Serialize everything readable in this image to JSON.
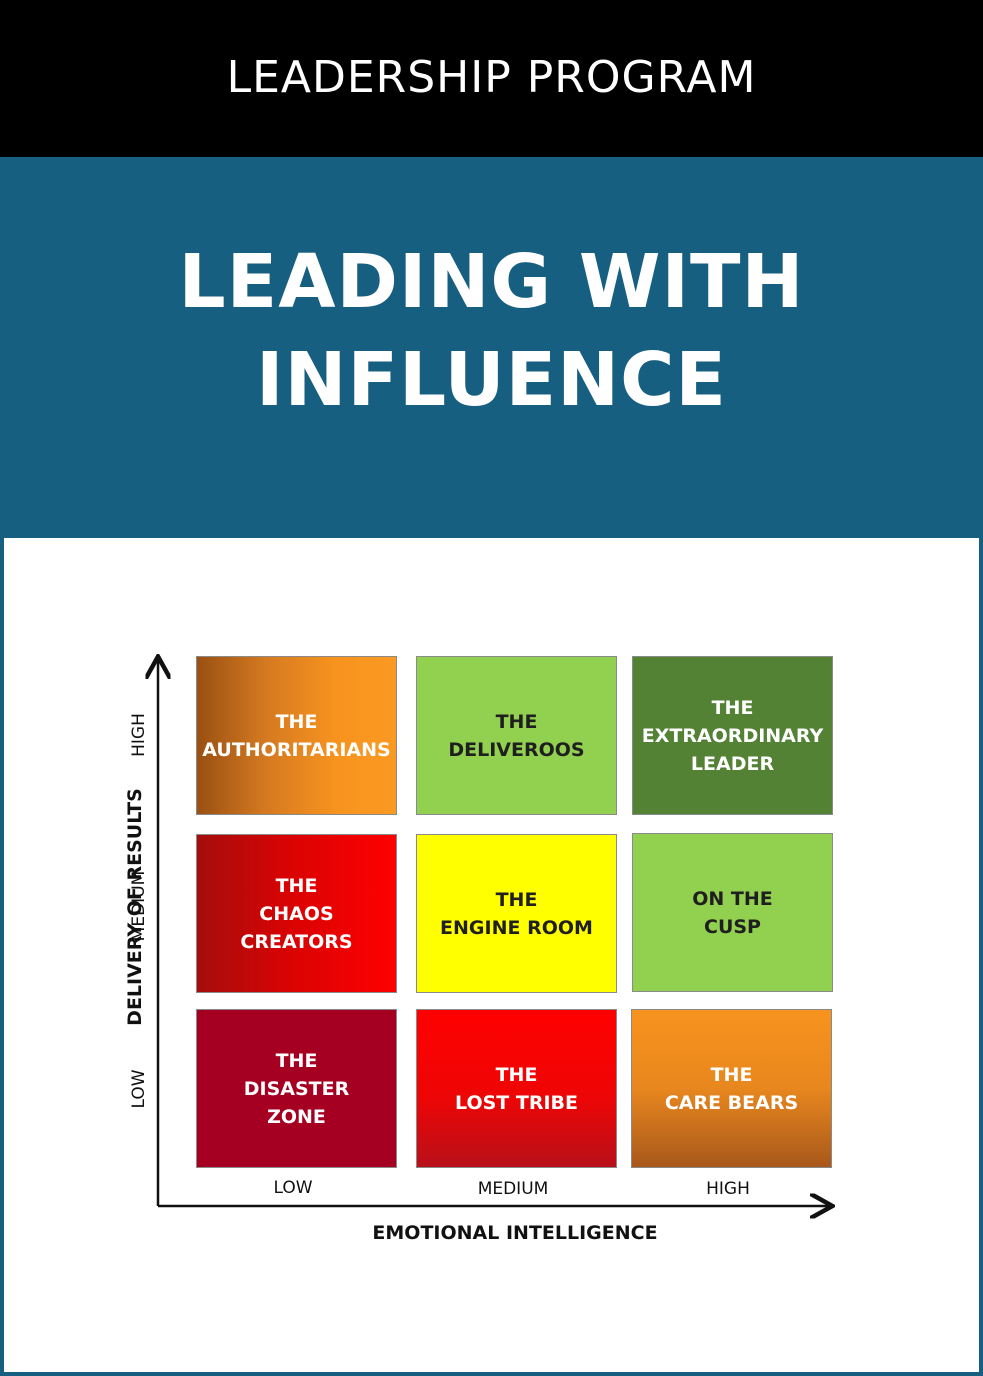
{
  "header": {
    "program": "LEADERSHIP PROGRAM"
  },
  "title": {
    "line1": "LEADING WITH",
    "line2": "INFLUENCE"
  },
  "matrix": {
    "y_axis_title": "DELIVERY OF RESULTS",
    "x_axis_title": "EMOTIONAL INTELLIGENCE",
    "y_ticks": [
      "HIGH",
      "MEDIUM",
      "LOW"
    ],
    "x_ticks": [
      "LOW",
      "MEDIUM",
      "HIGH"
    ],
    "cells": [
      {
        "lines": [
          "THE",
          "AUTHORITARIANS"
        ],
        "delivery": "HIGH",
        "ei": "LOW",
        "text_color": "white",
        "fill": "linear-gradient(90deg,#9a5012 0%,#d57a21 35%,#f7931e 70%,#fa9a22 100%)"
      },
      {
        "lines": [
          "THE",
          "DELIVEROOS"
        ],
        "delivery": "HIGH",
        "ei": "MEDIUM",
        "text_color": "dark",
        "fill": "#92d050"
      },
      {
        "lines": [
          "THE",
          "EXTRAORDINARY",
          "LEADER"
        ],
        "delivery": "HIGH",
        "ei": "HIGH",
        "text_color": "white",
        "fill": "#548235"
      },
      {
        "lines": [
          "THE",
          "CHAOS",
          "CREATORS"
        ],
        "delivery": "MEDIUM",
        "ei": "LOW",
        "text_color": "white",
        "fill": "linear-gradient(90deg,#a50d0d 0%,#d80303 45%,#ff0000 100%)"
      },
      {
        "lines": [
          "THE",
          "ENGINE ROOM"
        ],
        "delivery": "MEDIUM",
        "ei": "MEDIUM",
        "text_color": "dark",
        "fill": "#ffff00"
      },
      {
        "lines": [
          "ON THE",
          "CUSP"
        ],
        "delivery": "MEDIUM",
        "ei": "HIGH",
        "text_color": "dark",
        "fill": "#92d050"
      },
      {
        "lines": [
          "THE",
          "DISASTER",
          "ZONE"
        ],
        "delivery": "LOW",
        "ei": "LOW",
        "text_color": "white",
        "fill": "#a50021"
      },
      {
        "lines": [
          "THE",
          "LOST TRIBE"
        ],
        "delivery": "LOW",
        "ei": "MEDIUM",
        "text_color": "white",
        "fill": "linear-gradient(180deg,#ff0000 0%,#ee0505 55%,#b8101a 100%)"
      },
      {
        "lines": [
          "THE",
          "CARE BEARS"
        ],
        "delivery": "LOW",
        "ei": "HIGH",
        "text_color": "white",
        "fill": "linear-gradient(180deg,#f7931e 0%,#e8871e 50%,#a8581c 100%)"
      }
    ]
  }
}
